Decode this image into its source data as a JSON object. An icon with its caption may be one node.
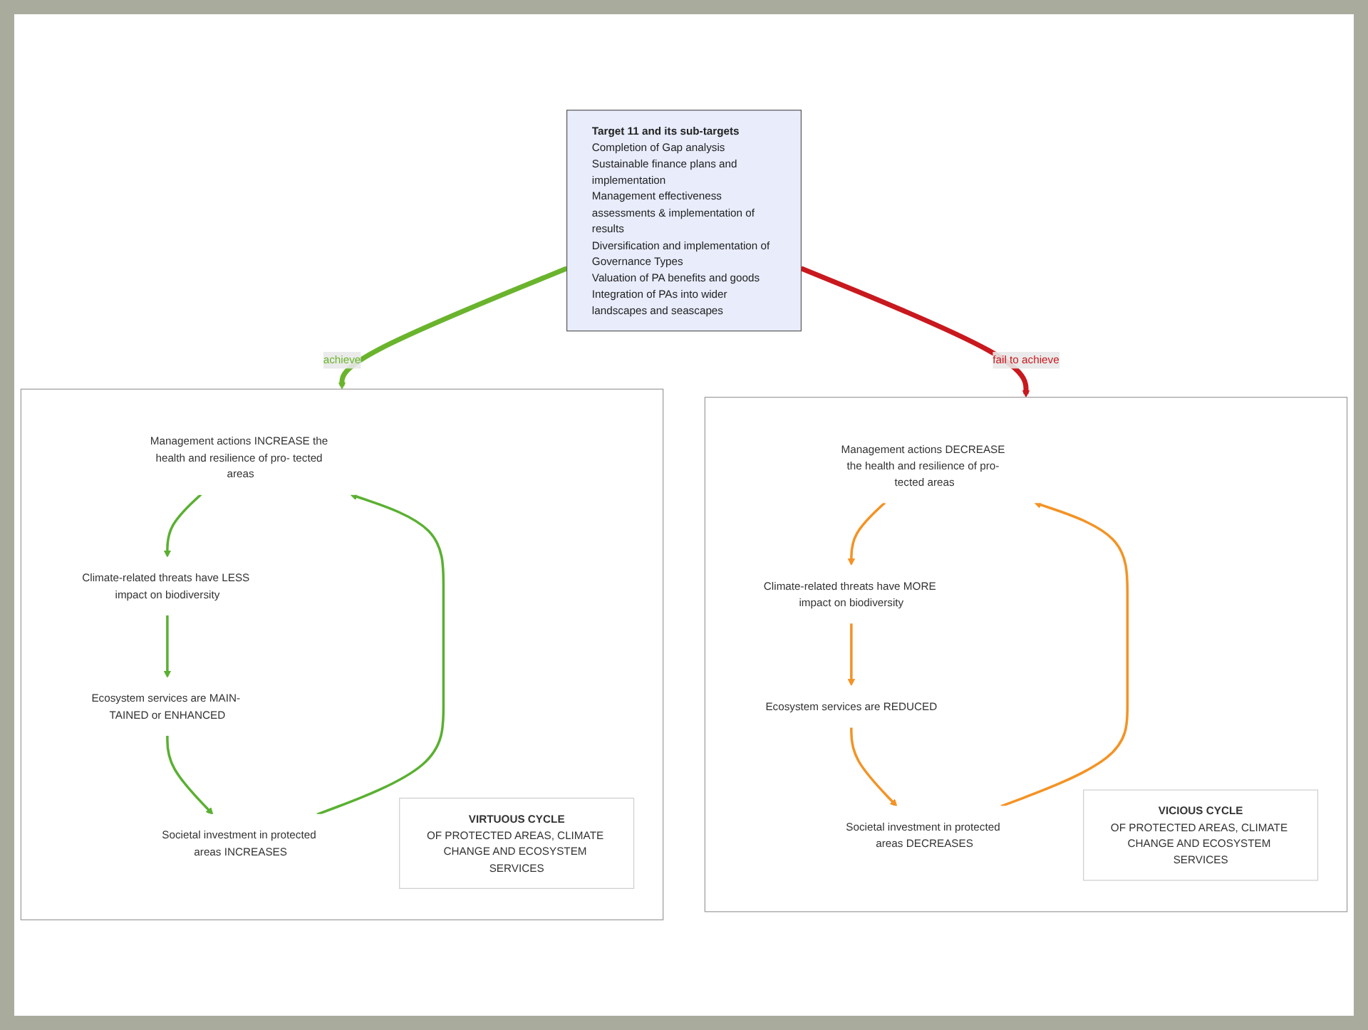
{
  "diagram": {
    "nodes": [
      {
        "text": [
          "Target 11 and its sub-targets",
          "Completion of Gap analysis",
          "Sustainable finance plans and implementation",
          "Management effectiveness assessments & implementation of results",
          "Diversification and implementation of Governance Types",
          "Valuation of PA benefits and goods",
          "Integration of PAs into wider landscapes and seascapes"
        ]
      },
      {
        "text": [],
        "shape": "box"
      },
      {
        "text": [
          "Management actions INCREASE the health and resilience of pro- tected areas"
        ],
        "in": 1
      },
      {
        "text": [
          "Climate-related threats have LESS impact on biodiversity"
        ],
        "in": 1
      },
      {
        "text": [
          "VIRTUOUS CYCLE",
          "OF PROTECTED AREAS, CLIMATE CHANGE AND ECOSYSTEM SERVICES"
        ],
        "in": 1
      },
      {
        "text": [
          "Societal investment in protected areas INCREASES"
        ],
        "in": 1
      },
      {
        "text": [
          "Ecosystem services are MAIN- TAINED or ENHANCED"
        ],
        "in": 1
      },
      {
        "text": [],
        "shape": "box"
      },
      {
        "text": [
          "Management actions DECREASE the health and resilience of pro- tected areas"
        ],
        "in": 7
      },
      {
        "text": [
          "Climate-related threats have MORE impact on biodiversity"
        ],
        "in": 7
      },
      {
        "text": [
          "VICIOUS CYCLE",
          "OF PROTECTED AREAS, CLIMATE CHANGE AND ECOSYSTEM SERVICES"
        ],
        "in": 7
      },
      {
        "text": [
          "Societal investment in protected areas DECREASES"
        ],
        "in": 7
      },
      {
        "text": [
          "Ecosystem services are REDUCED"
        ],
        "in": 7
      }
    ],
    "edges": [
      {
        "from": 0,
        "to": 1,
        "arrow": "to",
        "label": "achieve",
        "style": "thick",
        "color": "#6ab42d"
      },
      {
        "from": 0,
        "to": 7,
        "arrow": "to",
        "label": "fail to achieve",
        "style": "thick",
        "color": "#c8191e"
      },
      {
        "from": 5,
        "to": 2,
        "arrow": "to",
        "color": "#5ab031"
      },
      {
        "from": 2,
        "to": 3,
        "arrow": "to",
        "color": "#5ab031"
      },
      {
        "from": 3,
        "to": 6,
        "arrow": "to",
        "color": "#5ab031"
      },
      {
        "from": 6,
        "to": 5,
        "arrow": "to",
        "color": "#5ab031"
      },
      {
        "from": 11,
        "to": 8,
        "arrow": "to",
        "color": "#f39325"
      },
      {
        "from": 8,
        "to": 9,
        "arrow": "to",
        "color": "#f39325"
      },
      {
        "from": 9,
        "to": 12,
        "arrow": "to",
        "color": "#f39325"
      },
      {
        "from": 12,
        "to": 11,
        "arrow": "to",
        "color": "#f39325"
      }
    ]
  }
}
